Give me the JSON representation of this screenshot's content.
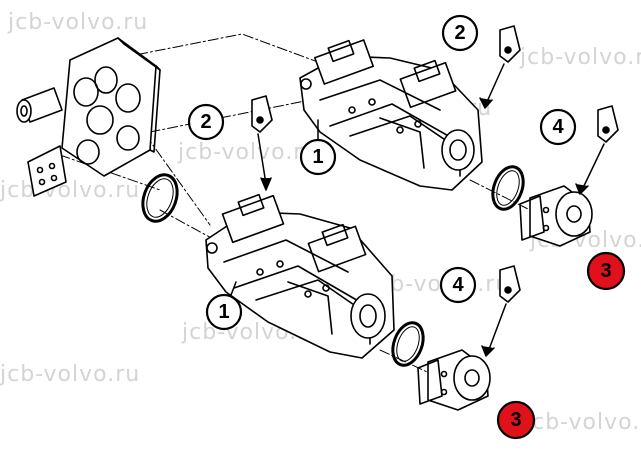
{
  "watermark": {
    "text": "jcb-volvo.ru"
  },
  "callouts": [
    {
      "id": "a",
      "label": "2",
      "color": "#ffffff"
    },
    {
      "id": "b",
      "label": "1",
      "color": "#ffffff"
    },
    {
      "id": "c",
      "label": "4",
      "color": "#ffffff"
    },
    {
      "id": "d",
      "label": "3",
      "color": "#e0111b"
    },
    {
      "id": "e",
      "label": "2",
      "color": "#ffffff"
    },
    {
      "id": "f",
      "label": "1",
      "color": "#ffffff"
    },
    {
      "id": "g",
      "label": "4",
      "color": "#ffffff"
    },
    {
      "id": "h",
      "label": "3",
      "color": "#e0111b"
    }
  ],
  "colors": {
    "line": "#000000",
    "background": "#ffffff",
    "watermark": "#d4d4d4",
    "highlight": "#e0111b"
  }
}
